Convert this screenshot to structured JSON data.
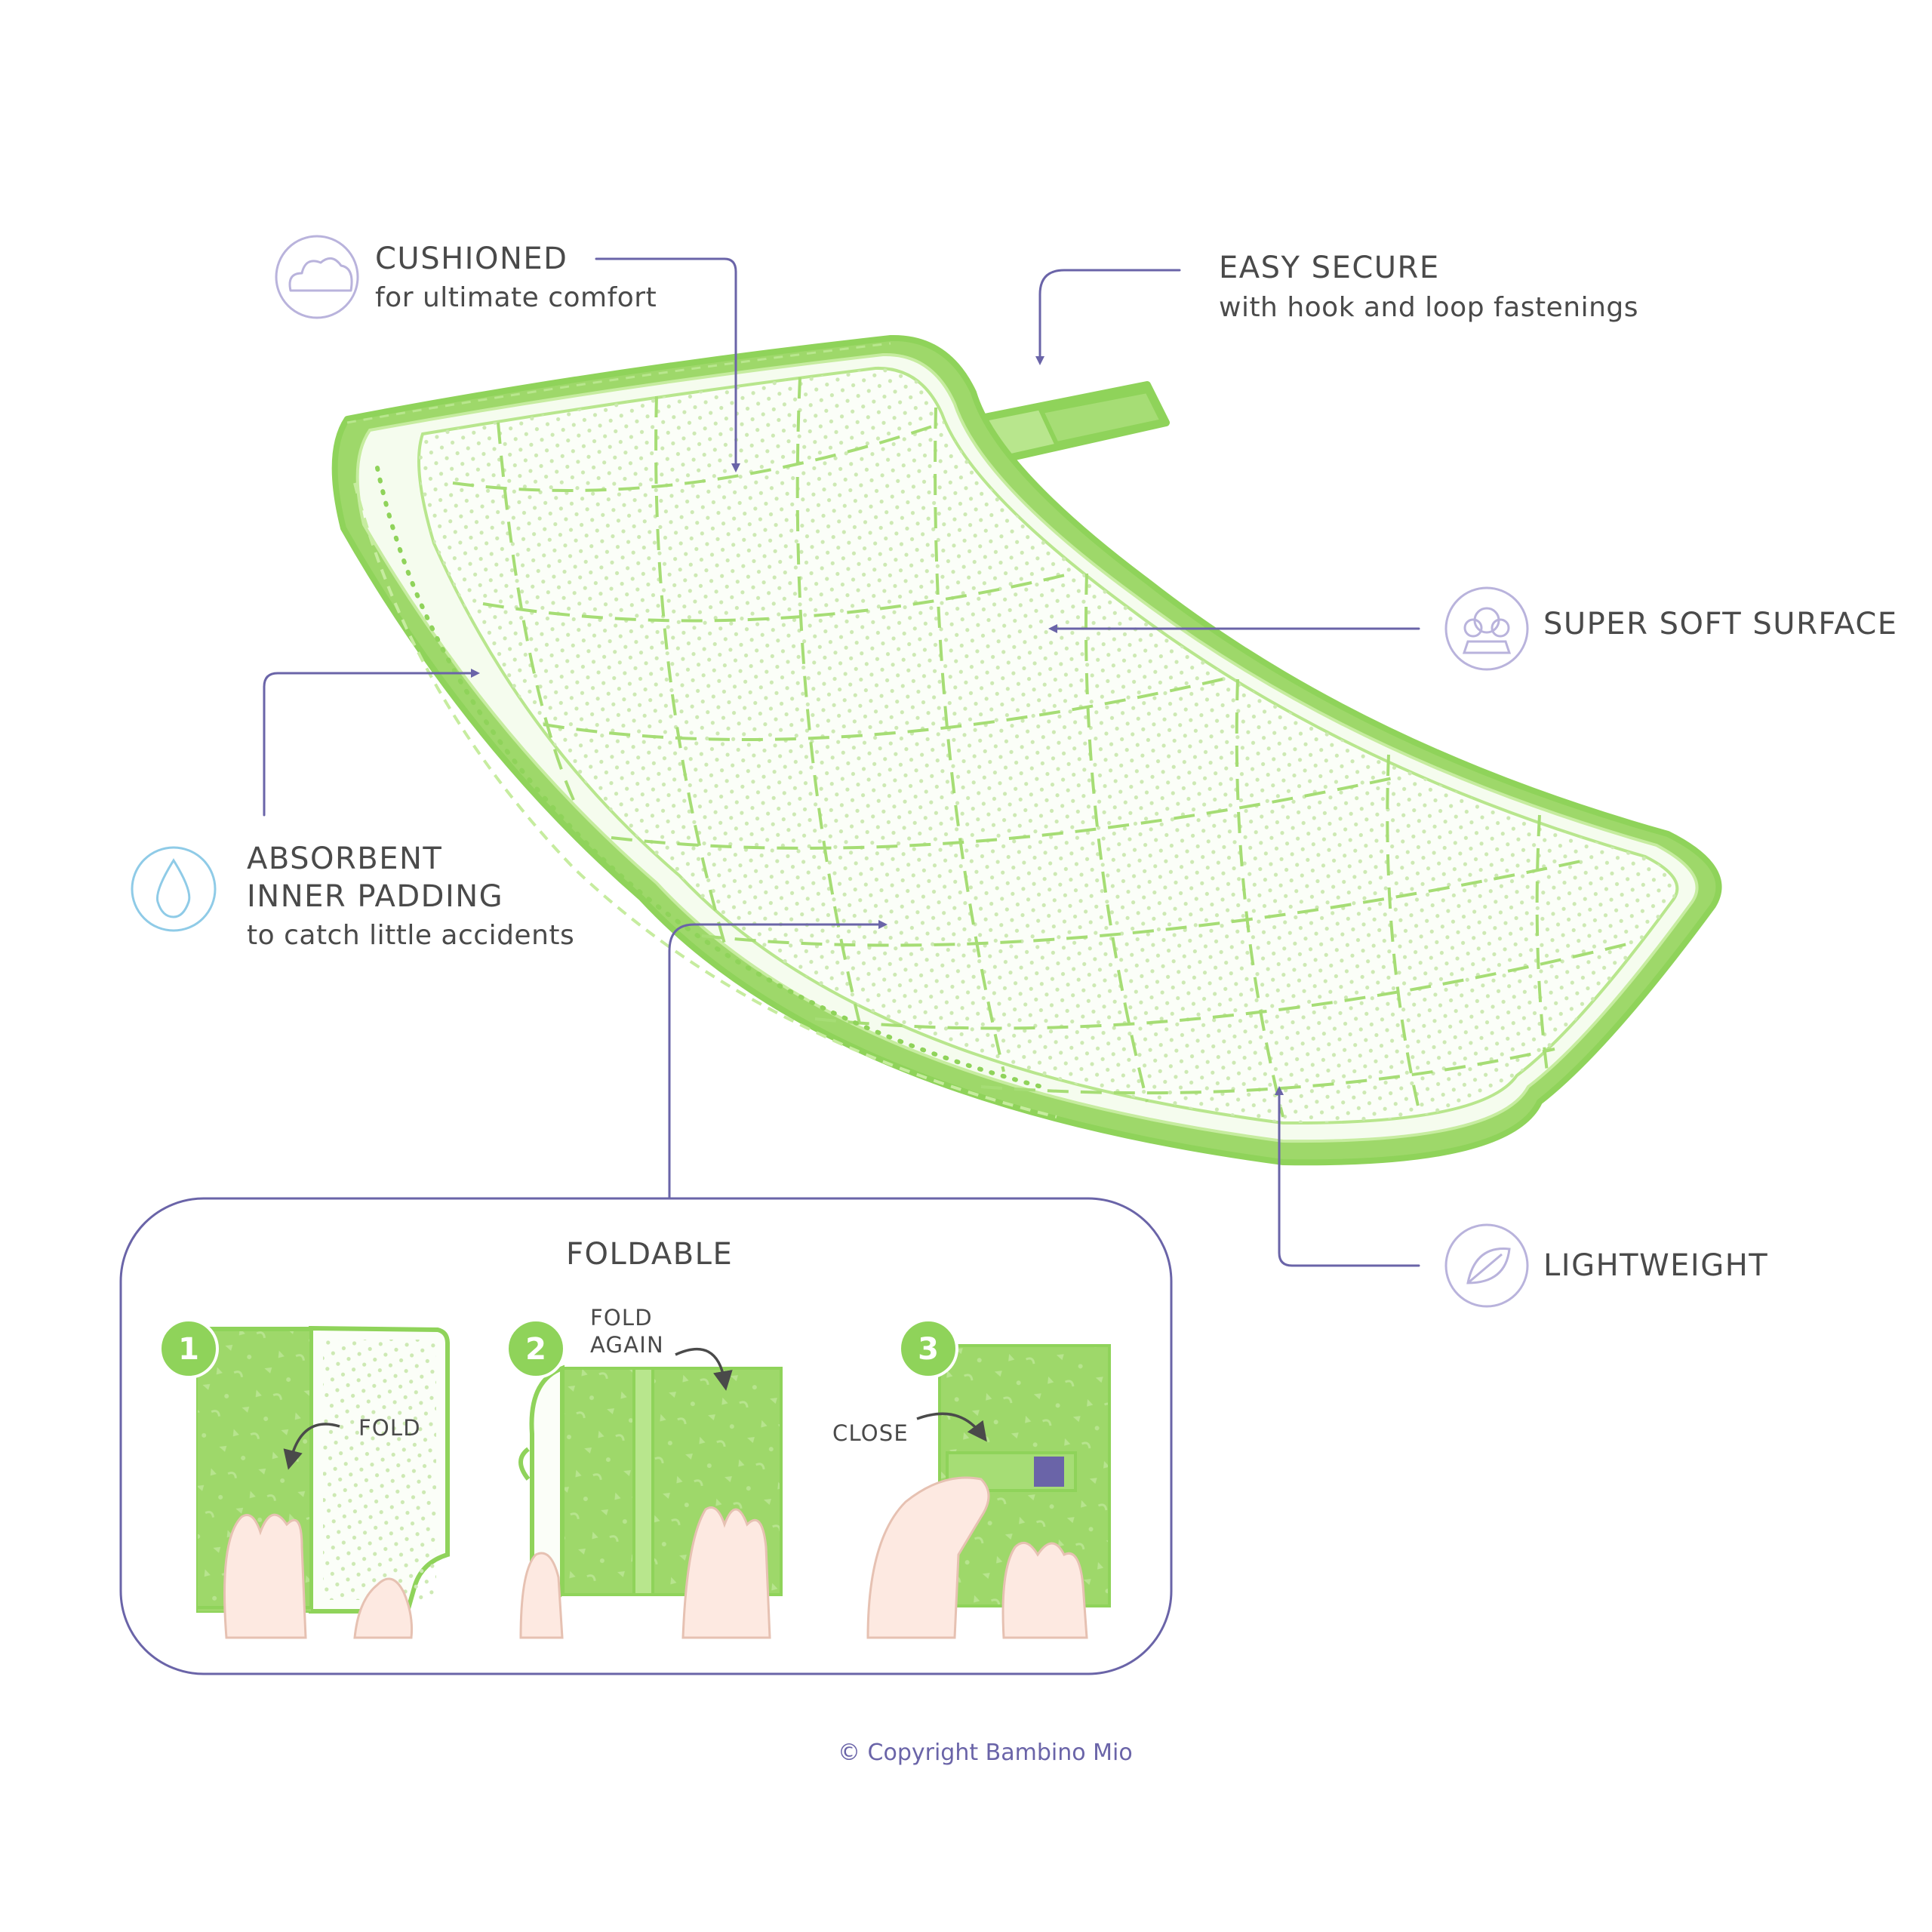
{
  "features": {
    "cushioned": {
      "title": "CUSHIONED",
      "subtitle": "for ultimate comfort",
      "icon": "cloud-icon"
    },
    "easy_secure": {
      "title": "EASY SECURE",
      "subtitle": "with hook and loop fastenings"
    },
    "super_soft": {
      "title": "SUPER SOFT SURFACE",
      "icon": "cotton-icon"
    },
    "absorbent": {
      "title_line1": "ABSORBENT",
      "title_line2": "INNER PADDING",
      "subtitle": "to catch little accidents",
      "icon": "drop-icon"
    },
    "lightweight": {
      "title": "LIGHTWEIGHT",
      "icon": "feather-icon"
    }
  },
  "foldable": {
    "title": "FOLDABLE",
    "steps": [
      {
        "number": "1",
        "label": "FOLD"
      },
      {
        "number": "2",
        "label_line1": "FOLD",
        "label_line2": "AGAIN"
      },
      {
        "number": "3",
        "label": "CLOSE"
      }
    ]
  },
  "copyright": "© Copyright Bambino Mio",
  "colors": {
    "accent": "#6a64a8",
    "green": "#8fd35a",
    "light_green": "#c6ec9f",
    "pale_green": "#f3fbea",
    "text": "#4a4a4a",
    "icon_circle": "#b9b3dc",
    "drop_circle": "#8fcbe7"
  }
}
